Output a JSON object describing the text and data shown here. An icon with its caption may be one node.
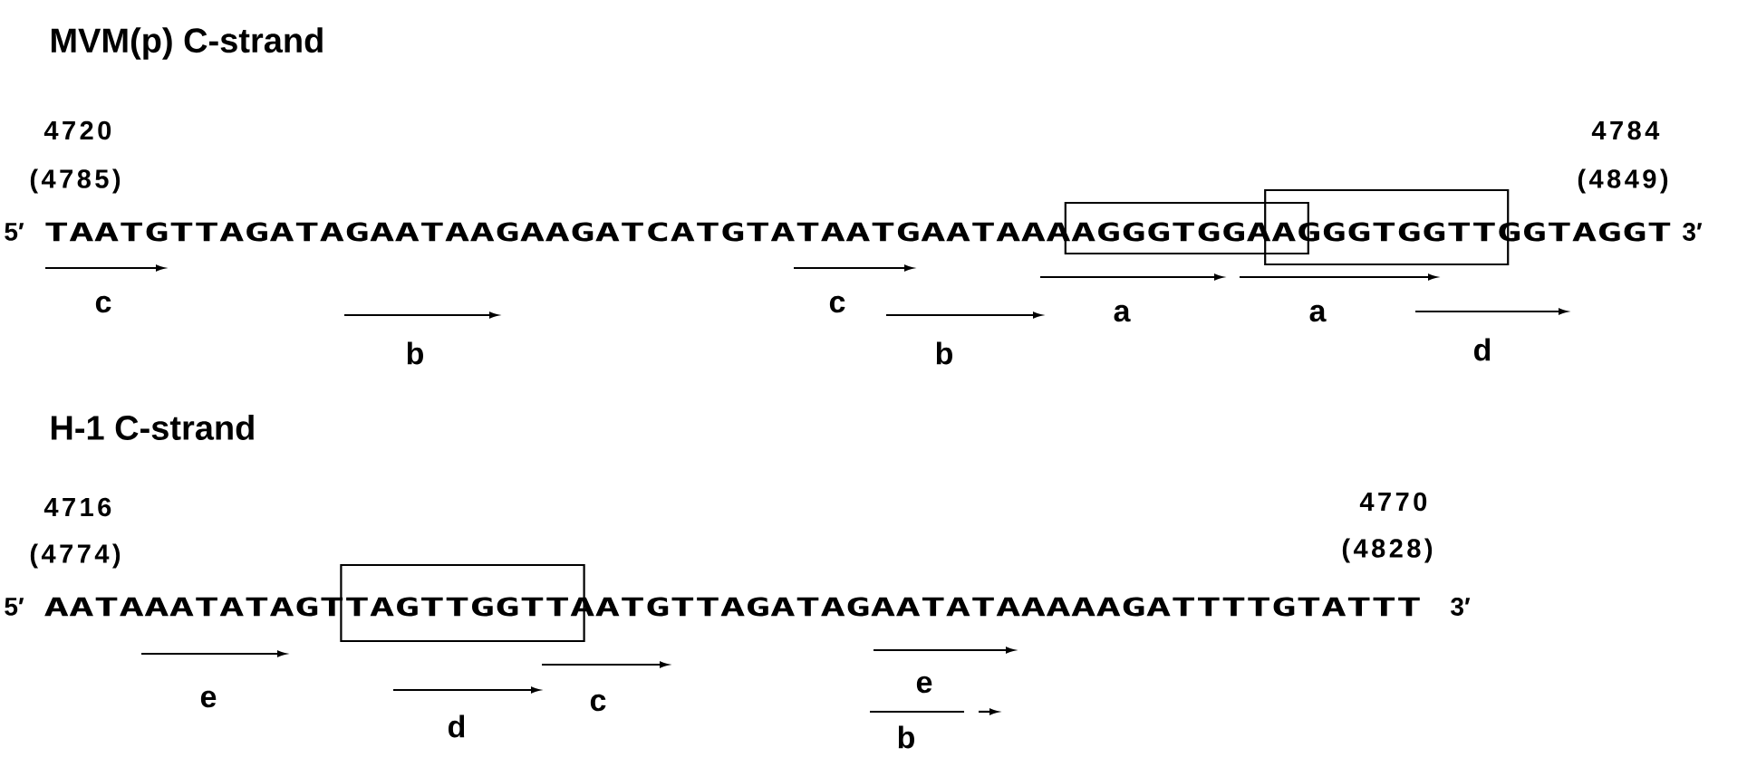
{
  "diagram": {
    "labels": [
      "MVM(p)  C-strand",
      "4720",
      "(4785)",
      "4784",
      "(4849)",
      "5′",
      "TAATGTTAGATAGAATAAGAAGATCATGTATAATGAATAAAAGGGTGGAAGGGTGGTTGGTAGGT",
      "3′",
      "c",
      "c",
      "a",
      "a",
      "b",
      "b",
      "d",
      "H-1  C-strand",
      "4716",
      "(4774)",
      "4770",
      "(4828)",
      "5′",
      "AATAAATATAGTTAGTTGGTTAATGTTAGATAGAATATAAAAAGATTTTGTATTT",
      "3′",
      "e",
      "c",
      "e",
      "d",
      "b"
    ]
  }
}
